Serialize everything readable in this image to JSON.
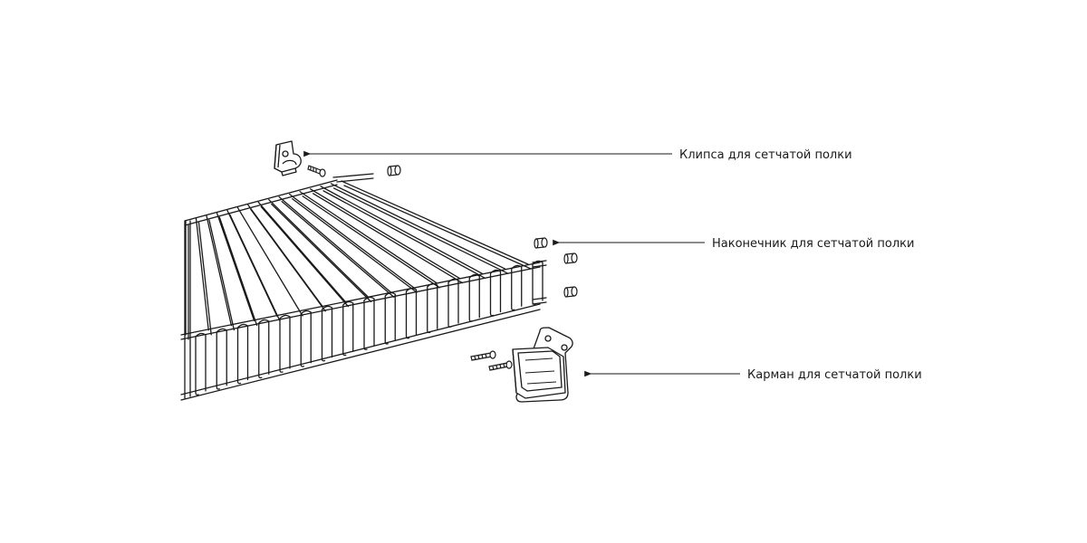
{
  "diagram": {
    "callouts": [
      {
        "id": "clip",
        "label": "Клипса для сетчатой полки"
      },
      {
        "id": "end-cap",
        "label": "Наконечник для сетчатой полки"
      },
      {
        "id": "pocket",
        "label": "Карман для сетчатой полки"
      }
    ]
  },
  "colors": {
    "line": "#1a1a1a",
    "background": "#ffffff"
  }
}
